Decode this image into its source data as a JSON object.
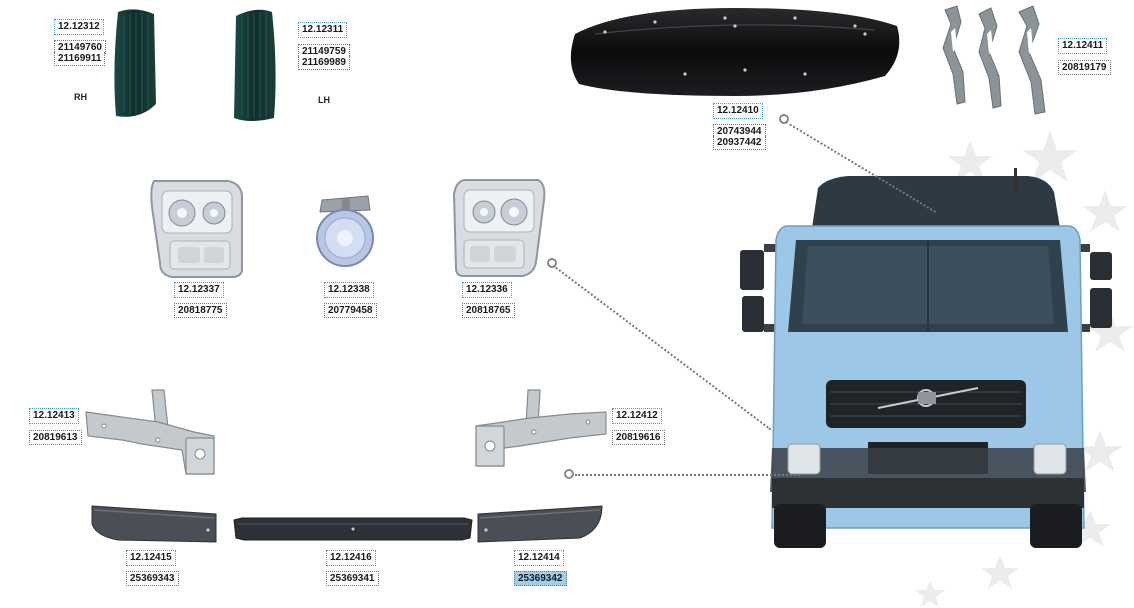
{
  "parts": [
    {
      "ref": "12.12312",
      "oem": [
        "21149760",
        "21169911"
      ],
      "side": "RH",
      "icon": "corner-deflector-panel"
    },
    {
      "ref": "12.12311",
      "oem": [
        "21149759",
        "21169989"
      ],
      "side": "LH",
      "icon": "corner-deflector-panel"
    },
    {
      "ref": "12.12410",
      "oem": [
        "20743944",
        "20937442"
      ],
      "icon": "sun-visor"
    },
    {
      "ref": "12.12411",
      "oem": [
        "20819179"
      ],
      "icon": "visor-brackets"
    },
    {
      "ref": "12.12337",
      "oem": [
        "20818775"
      ],
      "icon": "headlamp"
    },
    {
      "ref": "12.12338",
      "oem": [
        "20779458"
      ],
      "icon": "fog-lamp"
    },
    {
      "ref": "12.12336",
      "oem": [
        "20818765"
      ],
      "icon": "headlamp"
    },
    {
      "ref": "12.12413",
      "oem": [
        "20819613"
      ],
      "icon": "bumper-bracket"
    },
    {
      "ref": "12.12412",
      "oem": [
        "20819616"
      ],
      "icon": "bumper-bracket"
    },
    {
      "ref": "12.12415",
      "oem": [
        "25369343"
      ],
      "icon": "bumper-end-cap"
    },
    {
      "ref": "12.12416",
      "oem": [
        "25369341"
      ],
      "icon": "bumper-center-trim"
    },
    {
      "ref": "12.12414",
      "oem": [
        "25369342"
      ],
      "icon": "bumper-end-cap"
    }
  ],
  "truck": {
    "icon": "truck-front-photo",
    "color": "#9cc7e6"
  },
  "colors": {
    "ref_border": "#3ba3d9",
    "highlight": "#9fcfe8",
    "leader": "#777777"
  }
}
